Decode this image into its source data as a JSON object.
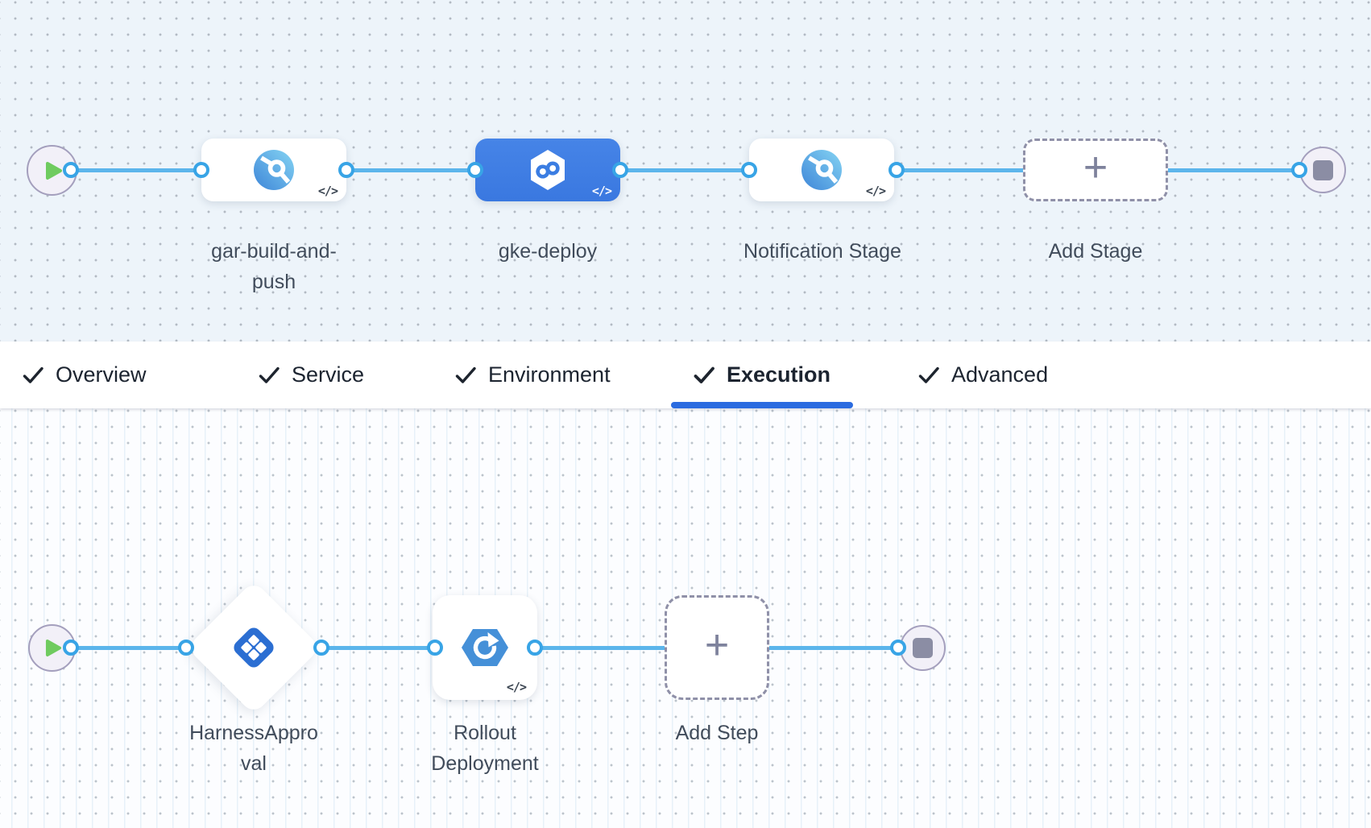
{
  "colors": {
    "selected_stage_bg": "#3d7ce2",
    "connector_blue": "#5cb5eb",
    "tab_underline_blue": "#2b6be0",
    "play_green": "#6fcb5f",
    "port_border_blue": "#38a4e6",
    "canvas_top_bg": "#edf4fa",
    "canvas_bottom_bg": "#fcfdff"
  },
  "icons": {
    "code": "</>",
    "plus": "+"
  },
  "stage_pipeline": {
    "stages": [
      {
        "name": "gar-build-and-push",
        "type": "build-stage",
        "selected": false
      },
      {
        "name": "gke-deploy",
        "type": "deploy-stage",
        "selected": true
      },
      {
        "name": "Notification Stage",
        "type": "custom-stage",
        "selected": false
      }
    ],
    "add_stage_label": "Add Stage"
  },
  "tabs": {
    "items": [
      {
        "label": "Overview",
        "checked": true,
        "active": false
      },
      {
        "label": "Service",
        "checked": true,
        "active": false
      },
      {
        "label": "Environment",
        "checked": true,
        "active": false
      },
      {
        "label": "Execution",
        "checked": true,
        "active": true
      },
      {
        "label": "Advanced",
        "checked": true,
        "active": false
      }
    ]
  },
  "execution_graph": {
    "steps": [
      {
        "name": "HarnessApproval",
        "type": "approval-step"
      },
      {
        "name": "Rollout Deployment",
        "type": "k8s-rollout-step"
      }
    ],
    "add_step_label": "Add Step"
  }
}
